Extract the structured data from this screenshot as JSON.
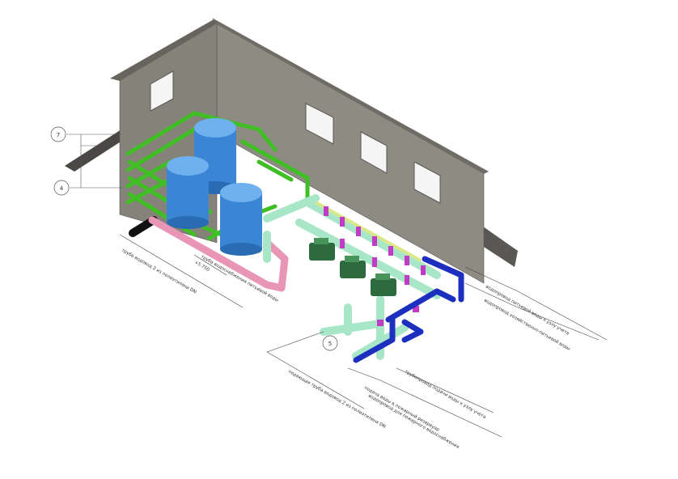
{
  "axes": [
    {
      "id": "axis-7",
      "label": "7"
    },
    {
      "id": "axis-4",
      "label": "4"
    },
    {
      "id": "axis-5",
      "label": "5"
    }
  ],
  "annotations": {
    "elevation": "+5.750",
    "pink_pipe": "труба водоснабжения питьевой воды",
    "inlet_pipe": "труба водовод 2 из полиэтилена DN",
    "green_pipe": "подающая труба водовод 2 из полиэтилена DN",
    "mid_pipe": "подача воды в пожарный резервуар",
    "blue_pipe_1": "трубопровод подачи воды к узлу учета",
    "blue_pipe_2": "водопровод для пожарного водоснабжения",
    "right_1": "водопровод питьевой воды к узлу учета",
    "right_2": "водопровод хозяйственно-питьевой воды"
  },
  "colors": {
    "wall": "#8a877f",
    "wall_dark": "#6d6a63",
    "roof": "#5e5c57",
    "tank": "#3a86d4",
    "green_pipe": "#3fbf24",
    "pink_pipe": "#e996b6",
    "pale_pipe": "#a8e6c8",
    "blue_pipe": "#1c2fbf",
    "pump": "#2d6a3d",
    "magenta": "#c23bc4"
  },
  "icons": [
    "tank",
    "pump",
    "valve",
    "pipe"
  ]
}
